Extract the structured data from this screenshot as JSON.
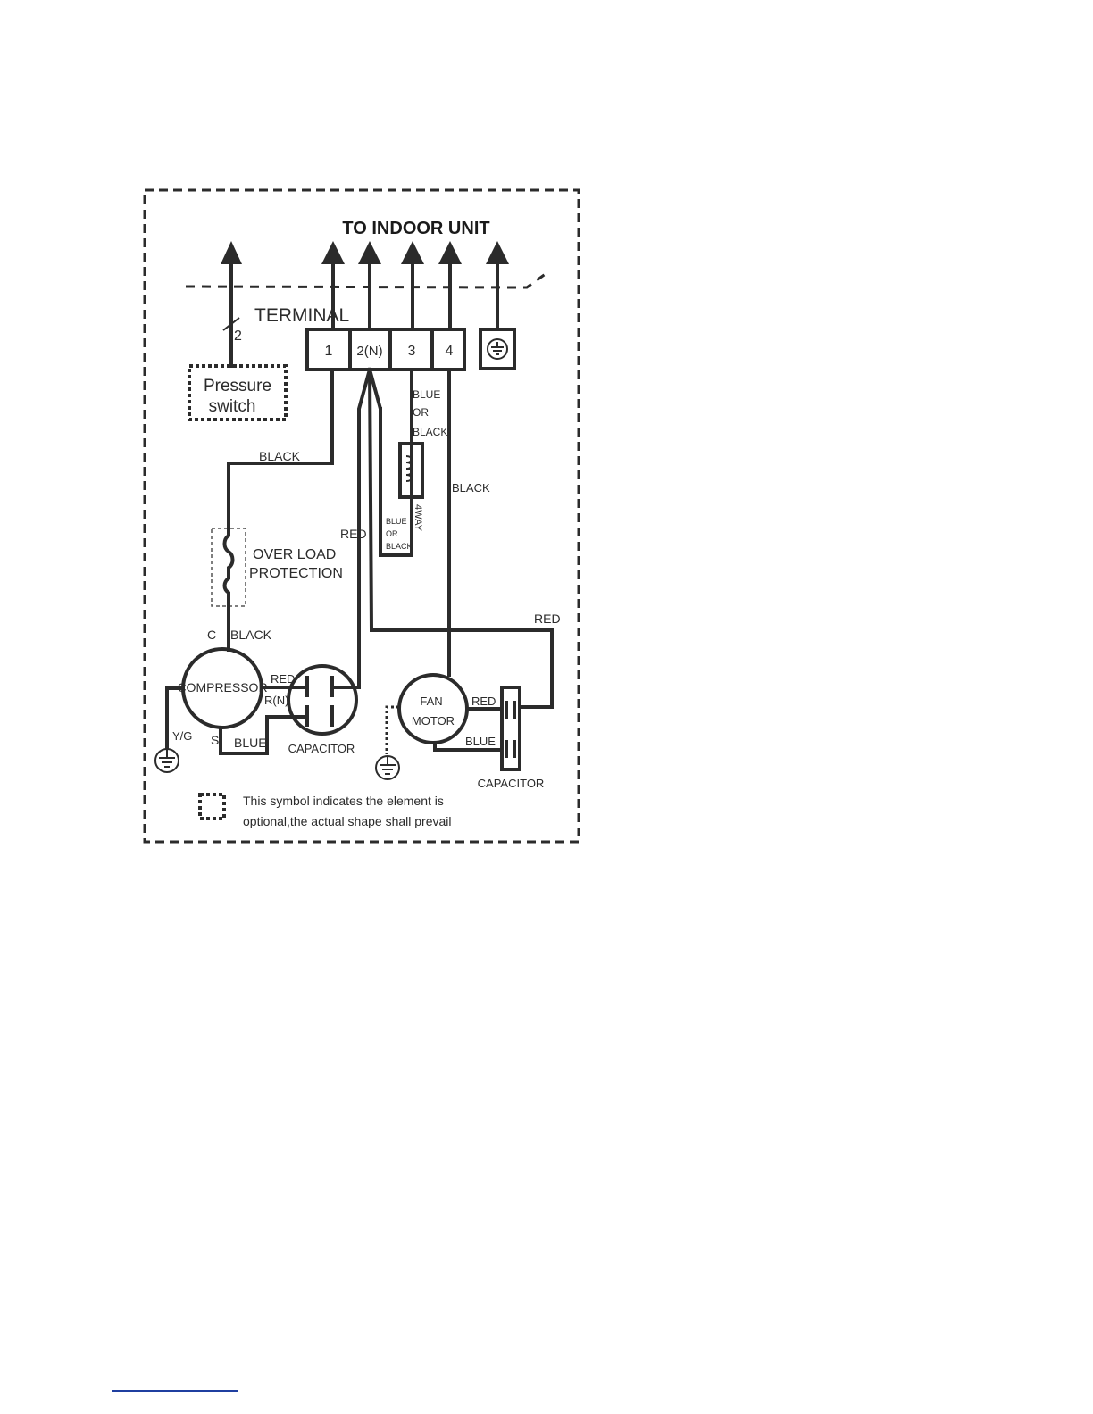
{
  "diagram": {
    "title": "TO INDOOR UNIT",
    "terminal_label": "TERMINAL",
    "terminals": [
      "1",
      "2(N)",
      "3",
      "4"
    ],
    "pressure_switch": {
      "label_line1": "Pressure",
      "label_line2": "switch",
      "wire_count": "2"
    },
    "overload": {
      "line1": "OVER LOAD",
      "line2": "PROTECTION"
    },
    "compressor": {
      "label": "COMPRESSOR",
      "pin_c": "C",
      "pin_r": "R(N)",
      "pin_s": "S"
    },
    "capacitor_label": "CAPACITOR",
    "fan_motor": {
      "line1": "FAN",
      "line2": "MOTOR"
    },
    "fan_capacitor_label": "CAPACITOR",
    "four_way": "4WAY",
    "wire_labels": {
      "black_top": "BLACK",
      "black_c": "BLACK",
      "black_t4": "BLACK",
      "red_t2": "RED",
      "red_comp": "RED",
      "red_fan": "RED",
      "red_right": "RED",
      "blue_comp": "BLUE",
      "blue_fan": "BLUE",
      "yg": "Y/G",
      "blue_or_black_top": [
        "BLUE",
        "OR",
        "BLACK"
      ],
      "blue_or_black_bottom": [
        "BLUE",
        "OR",
        "BLACK"
      ]
    },
    "legend": {
      "line1": "This symbol indicates the element is",
      "line2": "optional,the actual shape shall prevail"
    }
  },
  "colors": {
    "ink": "#2b2b2b",
    "footnote_rule": "#1f3fa0"
  }
}
